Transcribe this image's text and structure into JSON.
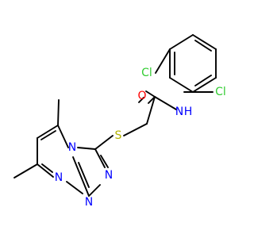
{
  "molecule": {
    "atoms": {
      "cl_top": "Cl",
      "cl_right": "Cl",
      "amide_o": "O",
      "amide_n": "N",
      "amide_h": "H",
      "thioether_s": "S",
      "ring_n_fused": "N",
      "triazole_n1": "N",
      "triazole_n2": "N",
      "pyrimidine_n": "N"
    },
    "colors": {
      "carbon_bond": "#000000",
      "chlorine": "#33cc33",
      "oxygen": "#ff0000",
      "nitrogen": "#0000ff",
      "sulfur": "#b2b200"
    }
  }
}
